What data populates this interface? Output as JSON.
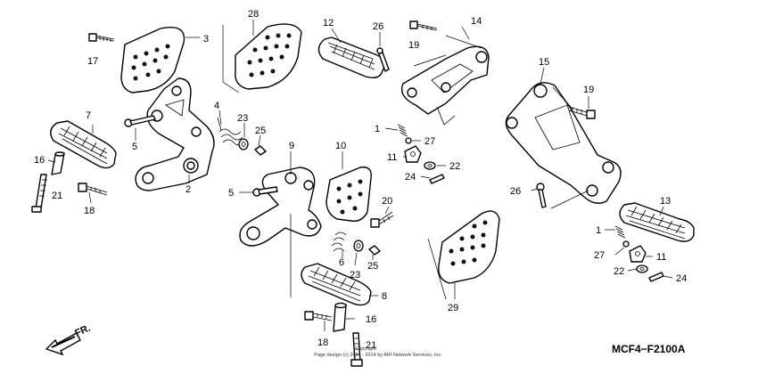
{
  "diagram_code": "MCF4−F2100A",
  "direction_label": "FR.",
  "copyright_line1": "Copyright",
  "copyright_line2": "Page design (c) 2004 - 2014 by ARI Network Services, Inc.",
  "callouts": [
    {
      "id": "c3",
      "text": "3"
    },
    {
      "id": "c17",
      "text": "17"
    },
    {
      "id": "c28",
      "text": "28"
    },
    {
      "id": "c12",
      "text": "12"
    },
    {
      "id": "c26a",
      "text": "26"
    },
    {
      "id": "c19a",
      "text": "19"
    },
    {
      "id": "c14",
      "text": "14"
    },
    {
      "id": "c7",
      "text": "7"
    },
    {
      "id": "c5a",
      "text": "5"
    },
    {
      "id": "c4",
      "text": "4"
    },
    {
      "id": "c23a",
      "text": "23"
    },
    {
      "id": "c25a",
      "text": "25"
    },
    {
      "id": "c16a",
      "text": "16"
    },
    {
      "id": "c21a",
      "text": "21"
    },
    {
      "id": "c18a",
      "text": "18"
    },
    {
      "id": "c2",
      "text": "2"
    },
    {
      "id": "c9",
      "text": "9"
    },
    {
      "id": "c5b",
      "text": "5"
    },
    {
      "id": "c10",
      "text": "10"
    },
    {
      "id": "c1a",
      "text": "1"
    },
    {
      "id": "c27a",
      "text": "27"
    },
    {
      "id": "c11a",
      "text": "11"
    },
    {
      "id": "c22a",
      "text": "22"
    },
    {
      "id": "c24a",
      "text": "24"
    },
    {
      "id": "c20",
      "text": "20"
    },
    {
      "id": "c6",
      "text": "6"
    },
    {
      "id": "c23b",
      "text": "23"
    },
    {
      "id": "c25b",
      "text": "25"
    },
    {
      "id": "c8",
      "text": "8"
    },
    {
      "id": "c16b",
      "text": "16"
    },
    {
      "id": "c18b",
      "text": "18"
    },
    {
      "id": "c21b",
      "text": "21"
    },
    {
      "id": "c29",
      "text": "29"
    },
    {
      "id": "c15",
      "text": "15"
    },
    {
      "id": "c19b",
      "text": "19"
    },
    {
      "id": "c26b",
      "text": "26"
    },
    {
      "id": "c13",
      "text": "13"
    },
    {
      "id": "c1b",
      "text": "1"
    },
    {
      "id": "c27b",
      "text": "27"
    },
    {
      "id": "c11b",
      "text": "11"
    },
    {
      "id": "c22b",
      "text": "22"
    },
    {
      "id": "c24b",
      "text": "24"
    }
  ]
}
